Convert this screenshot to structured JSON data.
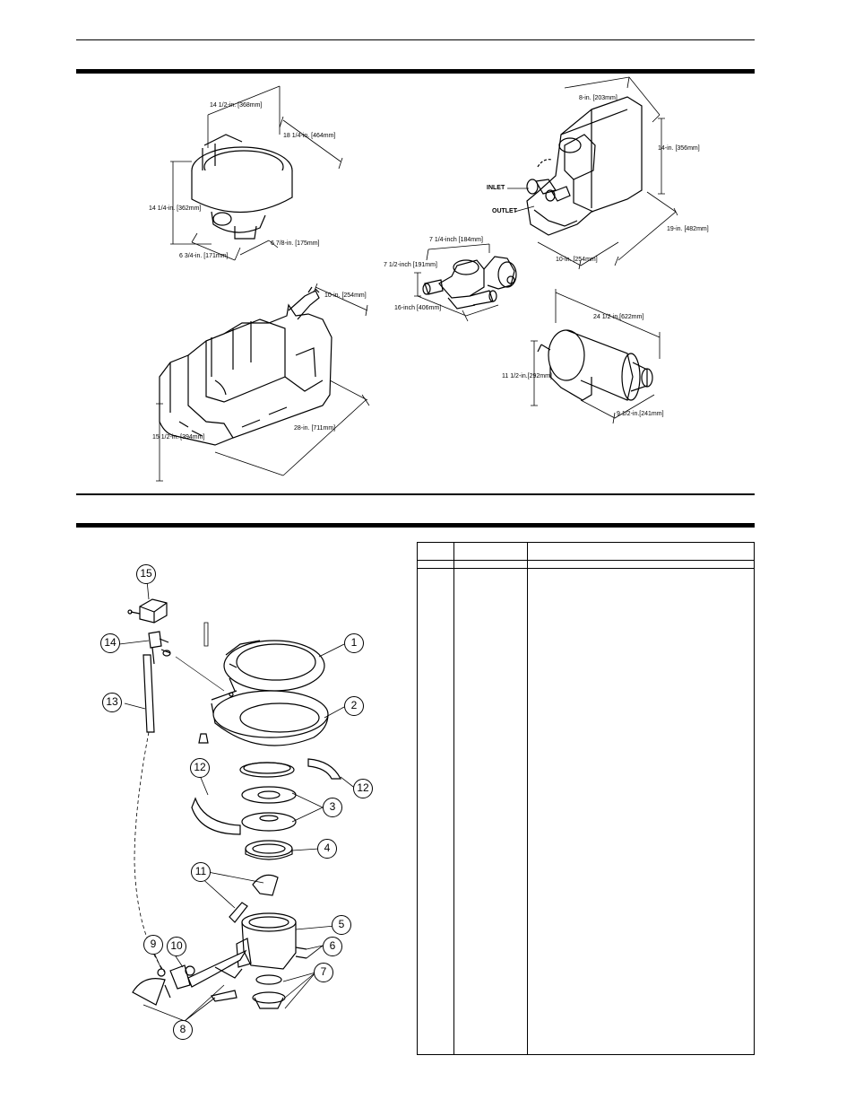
{
  "product_dimensions": {
    "toilet": {
      "width": "14 1/2-in. [368mm]",
      "depth": "18 1/4-in. [464mm]",
      "height": "14 1/4-in. [362mm]",
      "base_depth": "6 3/4-in. [171mm]",
      "base_width": "6 7/8-in. [175mm]"
    },
    "holding_tank": {
      "width": "10-in. [254mm]",
      "length": "28-in. [711mm]",
      "height": "15 1/2-in. [394mm]"
    },
    "pump_unit": {
      "width": "8-in. [203mm]",
      "height": "14-in. [356mm]",
      "length": "19-in. [482mm]",
      "depth": "10-in. [254mm]",
      "inlet_label": "INLET",
      "outlet_label": "OUTLET"
    },
    "macerator_pump": {
      "width": "7 1/4-inch [184mm]",
      "height": "7 1/2-inch [191mm]",
      "length": "16-inch [406mm]"
    },
    "vent_filter": {
      "length": "24 1/2-in.[622mm]",
      "height": "11 1/2-in.[292mm]",
      "diameter": "9 1/2-in.[241mm]"
    }
  },
  "parts_callouts": [
    "15",
    "14",
    "13",
    "1",
    "2",
    "12",
    "12",
    "3",
    "4",
    "11",
    "5",
    "6",
    "9",
    "10",
    "7",
    "8"
  ]
}
